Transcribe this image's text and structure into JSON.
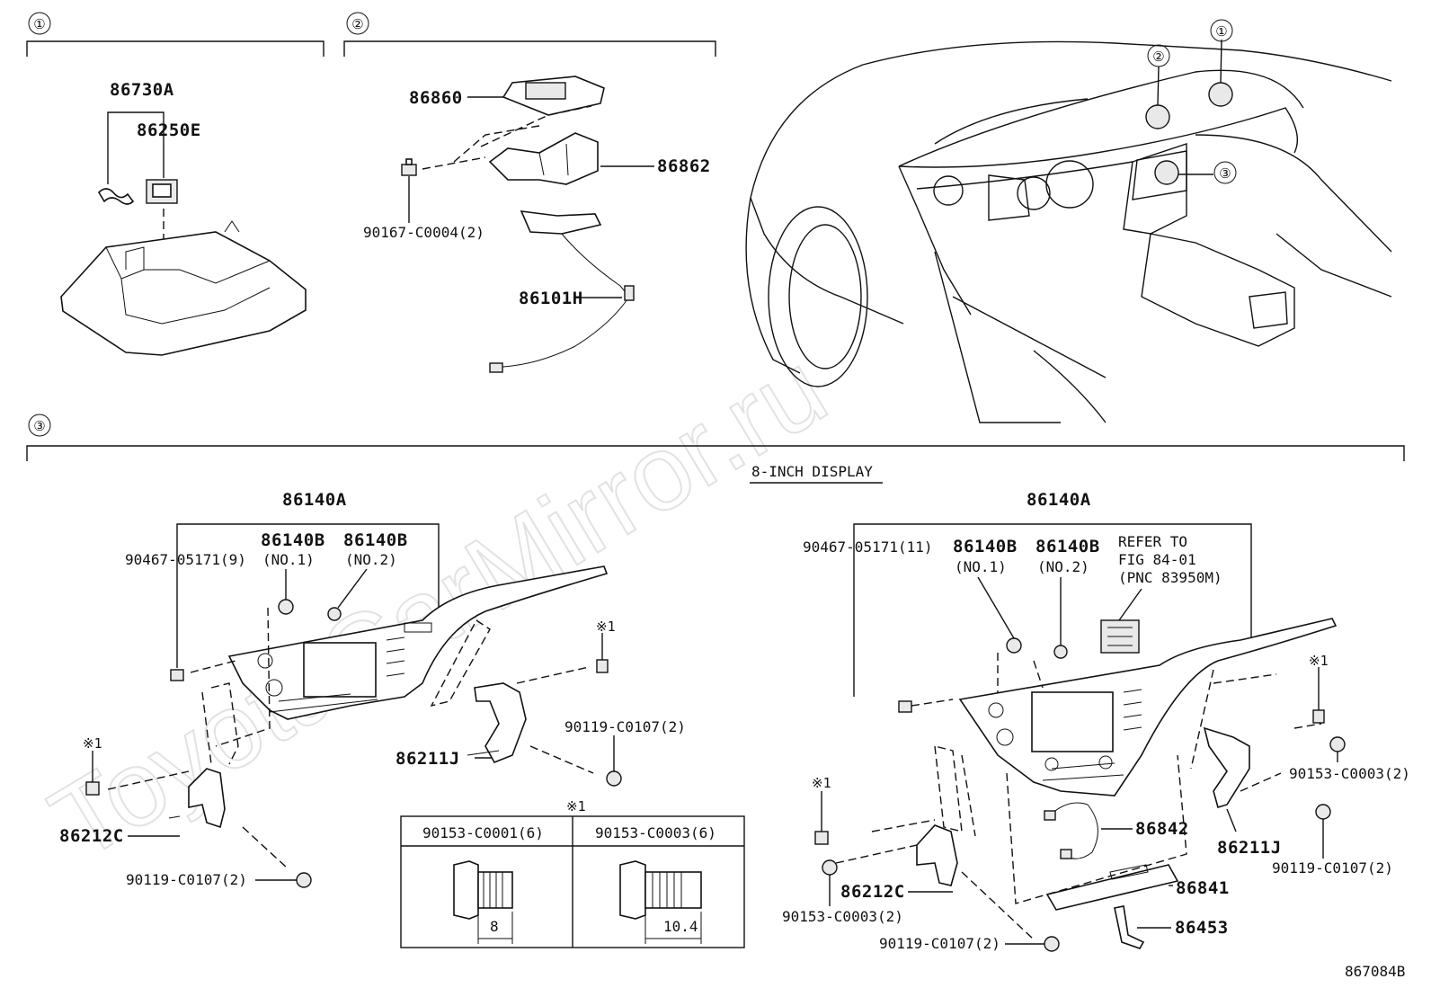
{
  "watermark": "ToyotaCarMirror.ru",
  "diagram_id": "867084B",
  "sections": [
    {
      "num": "①"
    },
    {
      "num": "②"
    },
    {
      "num": "③"
    }
  ],
  "vehicle_callouts": [
    "①",
    "②",
    "③"
  ],
  "section1": {
    "labels": {
      "p86730A": "86730A",
      "p86250E": "86250E"
    }
  },
  "section2": {
    "labels": {
      "p86860": "86860",
      "p86862": "86862",
      "p90167": "90167-C0004(2)",
      "p86101H": "86101H"
    }
  },
  "section3": {
    "subtitle": "8-INCH DISPLAY",
    "left": {
      "p86140A": "86140A",
      "p90467": "90467-05171(9)",
      "p86140B1": "86140B",
      "no1": "(NO.1)",
      "p86140B2": "86140B",
      "no2": "(NO.2)",
      "mark1a": "※1",
      "mark1b": "※1",
      "p90119a": "90119-C0107(2)",
      "p86211J": "86211J",
      "p86212C": "86212C",
      "p90119b": "90119-C0107(2)"
    },
    "right": {
      "p86140A": "86140A",
      "p90467": "90467-05171(11)",
      "p86140B1": "86140B",
      "no1": "(NO.1)",
      "p86140B2": "86140B",
      "no2": "(NO.2)",
      "refer1": "REFER TO",
      "refer2": "FIG 84-01",
      "refer3": "(PNC 83950M)",
      "mark1a": "※1",
      "mark1b": "※1",
      "p90153a": "90153-C0003(2)",
      "p90119a": "90119-C0107(2)",
      "p86211J": "86211J",
      "p86842": "86842",
      "p86841": "86841",
      "p86453": "86453",
      "p86212C": "86212C",
      "p90153b": "90153-C0003(2)",
      "p90119b": "90119-C0107(2)"
    },
    "bolt_table": {
      "mark": "※1",
      "col1": "90153-C0001(6)",
      "col2": "90153-C0003(6)",
      "len1": "8",
      "len2": "10.4"
    }
  }
}
